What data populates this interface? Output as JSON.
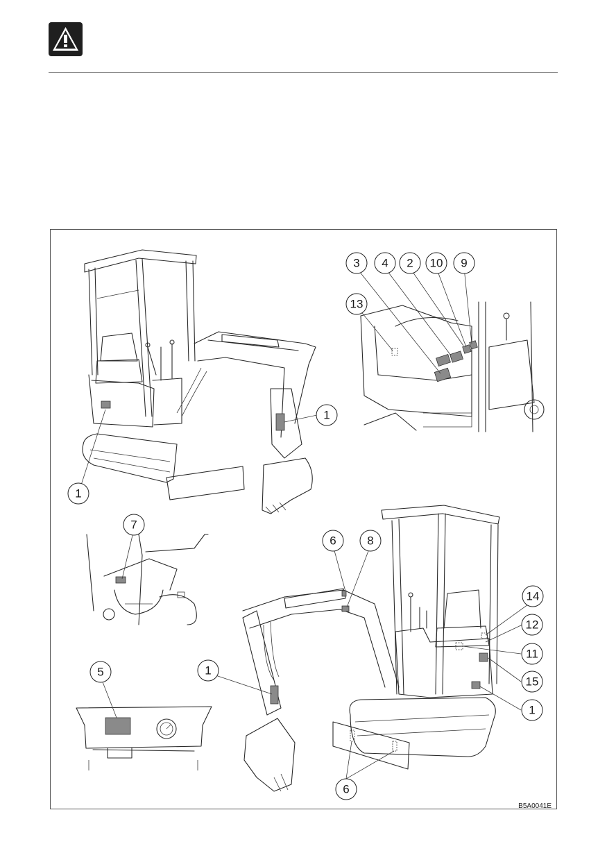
{
  "header": {
    "warning_icon": "warning-triangle-icon"
  },
  "figure": {
    "code": "B5A0041E",
    "callouts": {
      "c1a": "1",
      "c1b": "1",
      "c1c": "1",
      "c1d": "1",
      "c2": "2",
      "c3": "3",
      "c4": "4",
      "c5": "5",
      "c6a": "6",
      "c6b": "6",
      "c7": "7",
      "c8": "8",
      "c9": "9",
      "c10": "10",
      "c11": "11",
      "c12": "12",
      "c13": "13",
      "c14": "14",
      "c15": "15"
    }
  }
}
